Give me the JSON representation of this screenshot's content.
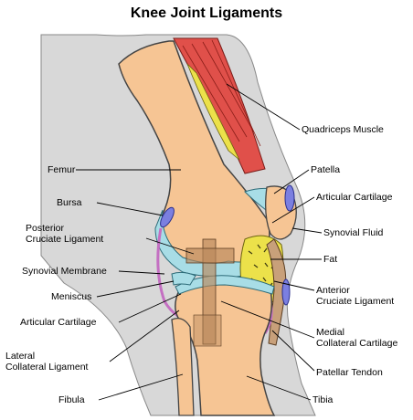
{
  "title": "Knee Joint Ligaments",
  "colors": {
    "skin": "#d8d8d8",
    "bone": "#f6c594",
    "cartilage": "#a8dde6",
    "muscle": "#e0504a",
    "fat": "#ece14a",
    "bursa": "#7b7fe0",
    "ligament": "#c8a07a",
    "membrane": "#c46fc2"
  },
  "labels": {
    "quadriceps_muscle": "Quadriceps Muscle",
    "patella": "Patella",
    "articular_cartilage_right": "Articular Cartilage",
    "synovial_fluid": "Synovial Fluid",
    "fat": "Fat",
    "anterior_cruciate_line1": "Anterior",
    "anterior_cruciate_line2": "Cruciate Ligament",
    "medial_collateral_line1": "Medial",
    "medial_collateral_line2": "Collateral Cartilage",
    "patellar_tendon": "Patellar Tendon",
    "tibia": "Tibia",
    "femur": "Femur",
    "bursa": "Bursa",
    "posterior_cruciate_line1": "Posterior",
    "posterior_cruciate_line2": "Cruciate Ligament",
    "synovial_membrane": "Synovial Membrane",
    "meniscus": "Meniscus",
    "articular_cartilage_left": "Articular Cartilage",
    "lateral_collateral_line1": "Lateral",
    "lateral_collateral_line2": "Collateral Ligament",
    "fibula": "Fibula"
  }
}
